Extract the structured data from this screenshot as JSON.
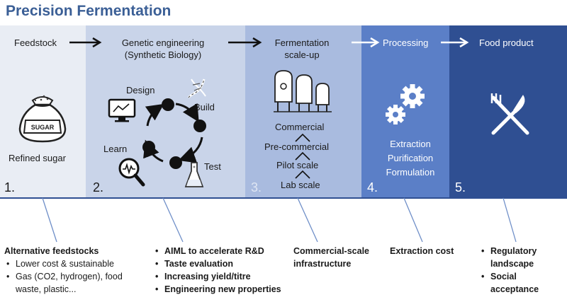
{
  "title": "Precision Fermentation",
  "stages": [
    {
      "title": "Feedstock",
      "number": "1."
    },
    {
      "title_line1": "Genetic engineering",
      "title_line2": "(Synthetic Biology)",
      "number": "2."
    },
    {
      "title_line1": "Fermentation",
      "title_line2": "scale-up",
      "number": "3."
    },
    {
      "title": "Processing",
      "number": "4."
    },
    {
      "title": "Food product",
      "number": "5."
    }
  ],
  "feedstock": {
    "sugar_bag_label": "SUGAR",
    "caption": "Refined sugar"
  },
  "synbio_cycle": {
    "design": "Design",
    "build": "Build",
    "test": "Test",
    "learn": "Learn"
  },
  "scale_steps": [
    "Commercial",
    "Pre-commercial",
    "Pilot scale",
    "Lab scale"
  ],
  "processing_steps": [
    "Extraction",
    "Purification",
    "Formulation"
  ],
  "challenges": {
    "feedstock_heading": "Alternative feedstocks",
    "feedstock_items": [
      "Lower cost & sustainable",
      "Gas (CO2, hydrogen), food waste, plastic..."
    ],
    "synbio_items": [
      "AIML to accelerate R&D",
      "Taste evaluation",
      "Increasing yield/titre",
      "Engineering new properties"
    ],
    "scaleup_line1": "Commercial-scale",
    "scaleup_line2": "infrastructure",
    "processing": "Extraction cost",
    "food_items": [
      "Regulatory landscape",
      "Social acceptance"
    ]
  },
  "colors": {
    "title": "#3b5f96",
    "band1": "#e9edf4",
    "band2": "#c9d4e9",
    "band3": "#a9bbdf",
    "band4": "#5b7fc7",
    "band5": "#2f4f92",
    "leader": "#6f8fc8"
  },
  "icons": [
    "sugar-bag-icon",
    "monitor-icon",
    "dna-icon",
    "flask-icon",
    "magnifier-icon",
    "bioreactor-tanks-icon",
    "gears-icon",
    "fork-knife-icon",
    "arrow-right-icon"
  ]
}
